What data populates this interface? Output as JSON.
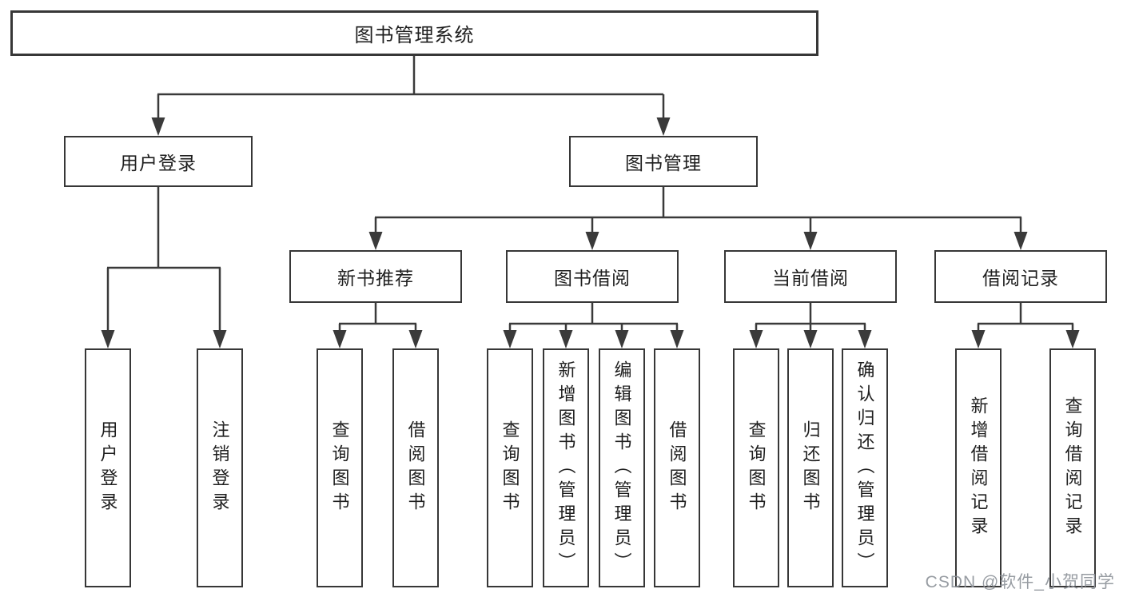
{
  "diagram_title": "图书管理系统",
  "nodes": {
    "root": "图书管理系统",
    "user_login": "用户登录",
    "book_management": "图书管理",
    "new_book_recommendation": "新书推荐",
    "book_borrowing": "图书借阅",
    "current_borrowing": "当前借阅",
    "borrowing_records": "借阅记录",
    "leaf_user_login": "用户登录",
    "leaf_logout": "注销登录",
    "rec_query_books": "查询图书",
    "rec_borrow_books": "借阅图书",
    "bor_query_books": "查询图书",
    "bor_add_books_admin": "新增图书（管理员）",
    "bor_edit_books_admin": "编辑图书（管理员）",
    "bor_borrow_books": "借阅图书",
    "cur_query_books": "查询图书",
    "cur_return_books": "归还图书",
    "cur_confirm_return_admin": "确认归还（管理员）",
    "rcd_add_borrow_record": "新增借阅记录",
    "rcd_query_borrow_record": "查询借阅记录"
  },
  "watermark": "CSDN @软件_小贺同学",
  "colors": {
    "background": "#ffffff",
    "line": "#3a3a3a",
    "border": "#373737",
    "text": "#1f1f1f",
    "watermark": "#8f949b"
  }
}
